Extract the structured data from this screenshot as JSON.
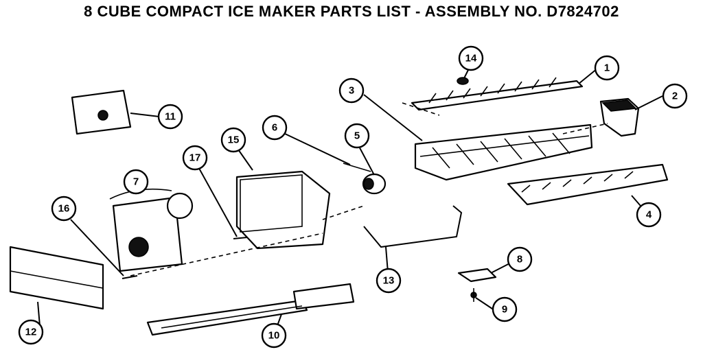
{
  "title": "8 CUBE COMPACT ICE MAKER PARTS LIST - ASSEMBLY NO. D7824702",
  "callouts": [
    "1",
    "2",
    "3",
    "4",
    "5",
    "6",
    "7",
    "8",
    "9",
    "10",
    "11",
    "12",
    "13",
    "14",
    "15",
    "16",
    "17"
  ]
}
